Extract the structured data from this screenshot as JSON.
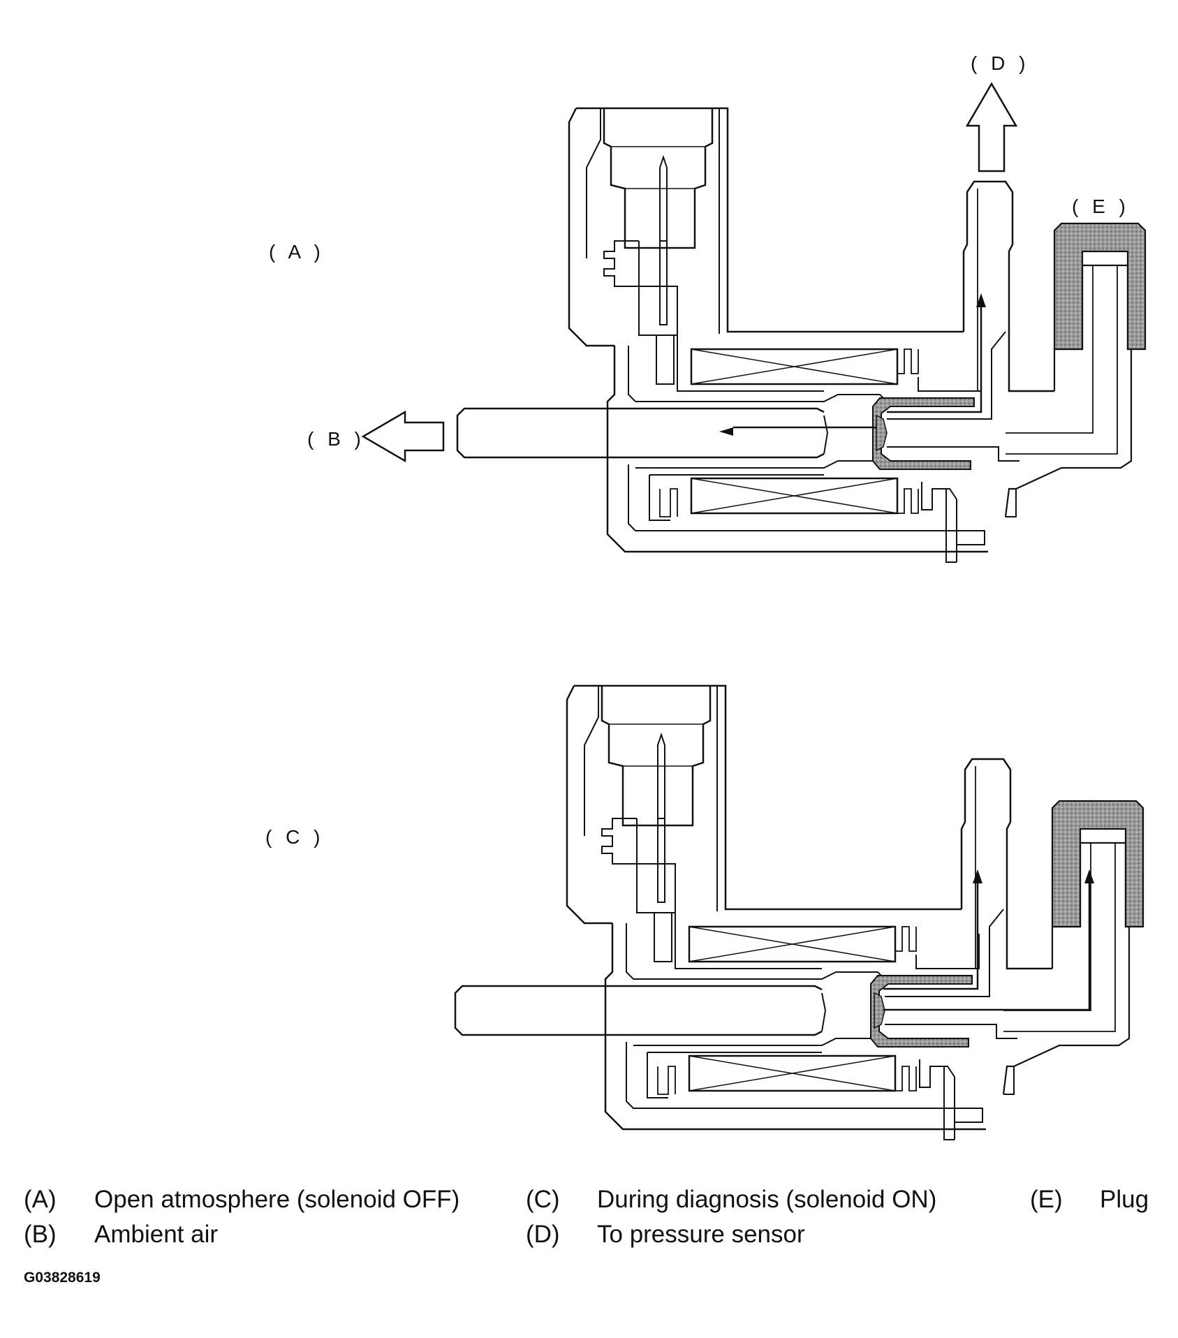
{
  "labels": {
    "A": "( A )",
    "B": "( B )",
    "C": "( C )",
    "D": "( D )",
    "E": "( E )"
  },
  "legend": {
    "items": [
      {
        "key": "(A)",
        "text": "Open atmosphere (solenoid OFF)"
      },
      {
        "key": "(B)",
        "text": "Ambient air"
      },
      {
        "key": "(C)",
        "text": "During diagnosis (solenoid ON)"
      },
      {
        "key": "(D)",
        "text": "To pressure sensor"
      },
      {
        "key": "(E)",
        "text": "Plug"
      }
    ]
  },
  "figure_code": "G03828619",
  "colors": {
    "line": "#111111",
    "plug_fill": "#8c8c8c",
    "background": "#ffffff"
  }
}
